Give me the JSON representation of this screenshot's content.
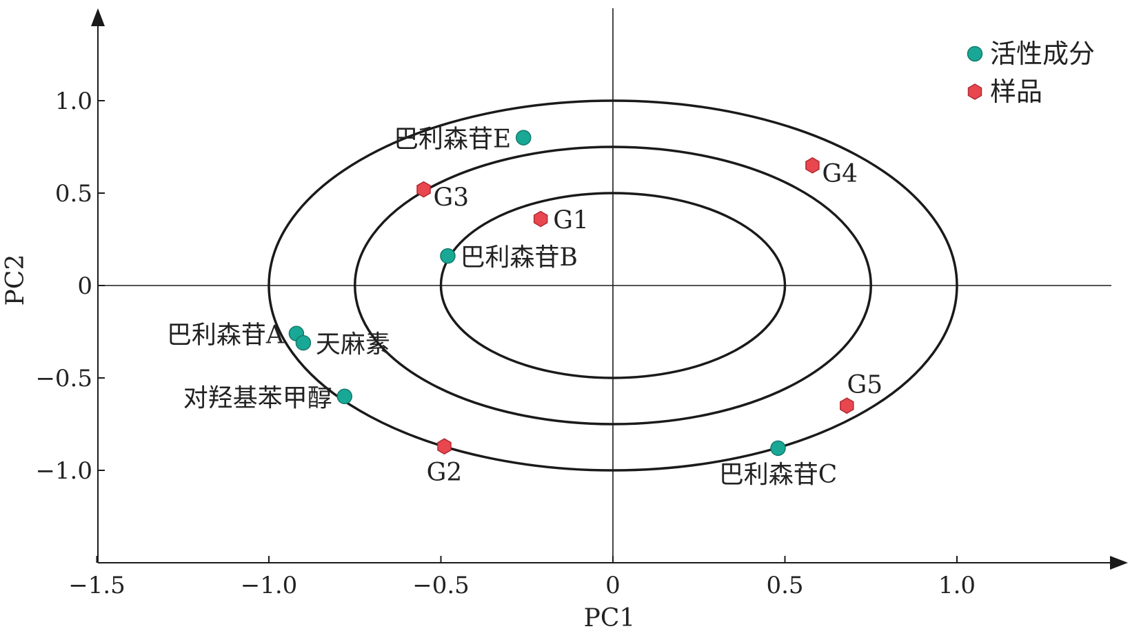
{
  "chart_data": {
    "type": "scatter",
    "xlabel": "PC1",
    "ylabel": "PC2",
    "xlim": [
      -1.5,
      1.5
    ],
    "ylim": [
      -1.5,
      1.5
    ],
    "xticks": [
      {
        "value": -1.5,
        "label": "−1.5"
      },
      {
        "value": -1.0,
        "label": "−1.0"
      },
      {
        "value": -0.5,
        "label": "−0.5"
      },
      {
        "value": 0,
        "label": "0"
      },
      {
        "value": 0.5,
        "label": "0.5"
      },
      {
        "value": 1.0,
        "label": "1.0"
      }
    ],
    "yticks": [
      {
        "value": 1.0,
        "label": "1.0"
      },
      {
        "value": 0.5,
        "label": "0.5"
      },
      {
        "value": 0,
        "label": "0"
      },
      {
        "value": -0.5,
        "label": "−0.5"
      },
      {
        "value": -1.0,
        "label": "−1.0"
      }
    ],
    "ellipses": [
      {
        "rx": 0.5,
        "ry": 0.5
      },
      {
        "rx": 0.75,
        "ry": 0.75
      },
      {
        "rx": 1.0,
        "ry": 1.0
      }
    ],
    "legend_position": "top-right",
    "colors": {
      "active": "#1aa896",
      "active_stroke": "#0f7a6c",
      "sample": "#e8474f",
      "sample_stroke": "#b02a32",
      "line": "#1a1a1a"
    },
    "series": [
      {
        "name": "活性成分",
        "marker": "circle",
        "points": [
          {
            "label": "巴利森苷E",
            "x": -0.26,
            "y": 0.8,
            "anchor": "left"
          },
          {
            "label": "巴利森苷B",
            "x": -0.48,
            "y": 0.16,
            "anchor": "right"
          },
          {
            "label": "巴利森苷A",
            "x": -0.92,
            "y": -0.26,
            "anchor": "left"
          },
          {
            "label": "天麻素",
            "x": -0.9,
            "y": -0.31,
            "anchor": "right"
          },
          {
            "label": "对羟基苯甲醇",
            "x": -0.78,
            "y": -0.6,
            "anchor": "left"
          },
          {
            "label": "巴利森苷C",
            "x": 0.48,
            "y": -0.88,
            "anchor": "below"
          }
        ]
      },
      {
        "name": "样品",
        "marker": "hexagon",
        "points": [
          {
            "label": "G1",
            "x": -0.21,
            "y": 0.36,
            "anchor": "right"
          },
          {
            "label": "G2",
            "x": -0.49,
            "y": -0.87,
            "anchor": "below"
          },
          {
            "label": "G3",
            "x": -0.55,
            "y": 0.52,
            "anchor": "right-below"
          },
          {
            "label": "G4",
            "x": 0.58,
            "y": 0.65,
            "anchor": "right-below"
          },
          {
            "label": "G5",
            "x": 0.68,
            "y": -0.65,
            "anchor": "above"
          }
        ]
      }
    ]
  }
}
